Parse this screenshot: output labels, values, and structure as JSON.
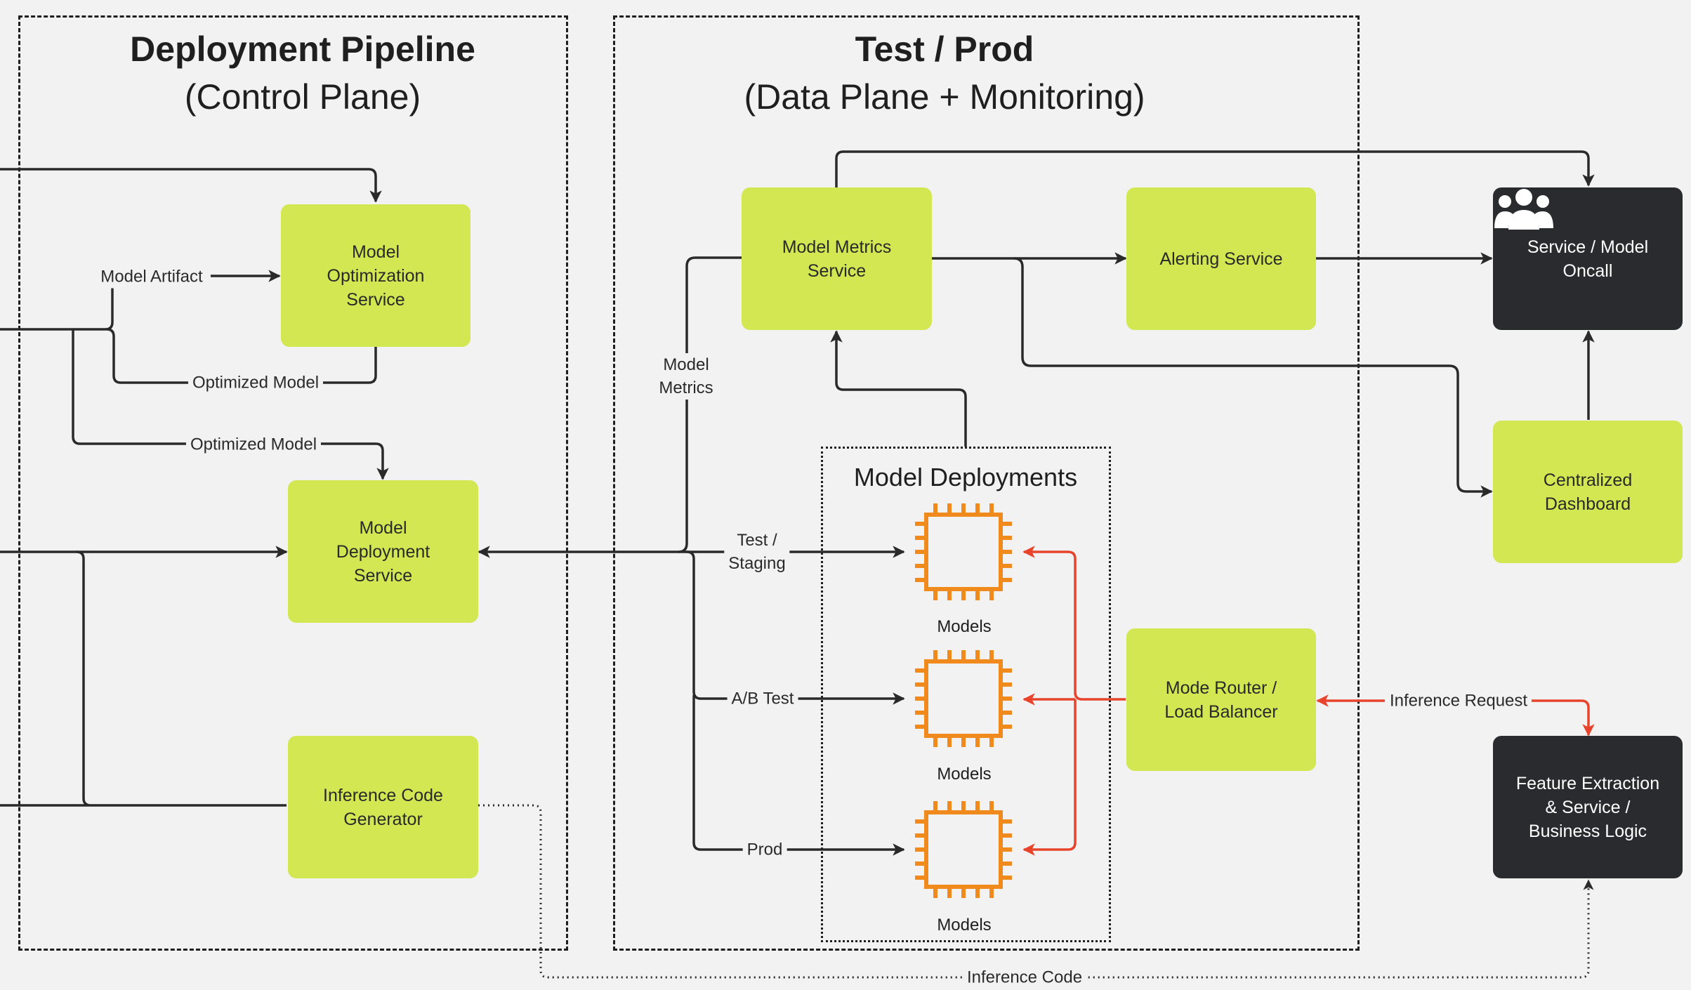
{
  "colors": {
    "background": "#f2f2f2",
    "green_node": "#d3e752",
    "dark_node": "#2a2b2e",
    "arrow": "#2a2a2a",
    "inference_arrow": "#e8442c",
    "chip": "#f08a1c"
  },
  "sections": {
    "pipeline": {
      "title": "Deployment Pipeline",
      "subtitle": "(Control Plane)"
    },
    "testprod": {
      "title": "Test / Prod",
      "subtitle": "(Data Plane + Monitoring)"
    },
    "deployments": {
      "title": "Model Deployments"
    }
  },
  "nodes": {
    "optimization": "Model\nOptimization\nService",
    "deployment": "Model\nDeployment\nService",
    "inference_gen": "Inference Code\nGenerator",
    "metrics": "Model Metrics\nService",
    "alerting": "Alerting Service",
    "oncall": "Service / Model\nOncall",
    "oncall_icon": "people-group-icon",
    "dashboard": "Centralized\nDashboard",
    "router": "Mode Router /\nLoad Balancer",
    "feature": "Feature Extraction\n& Service /\nBusiness Logic"
  },
  "edge_labels": {
    "model_artifact": "Model Artifact",
    "optimized_model_1": "Optimized Model",
    "optimized_model_2": "Optimized Model",
    "model_metrics": "Model\nMetrics",
    "test_staging": "Test /\nStaging",
    "ab_test": "A/B Test",
    "prod": "Prod",
    "inference_request": "Inference Request",
    "inference_code": "Inference Code"
  },
  "chips": [
    {
      "label": "Models",
      "icon": "cpu-chip-icon"
    },
    {
      "label": "Models",
      "icon": "cpu-chip-icon"
    },
    {
      "label": "Models",
      "icon": "cpu-chip-icon"
    }
  ]
}
